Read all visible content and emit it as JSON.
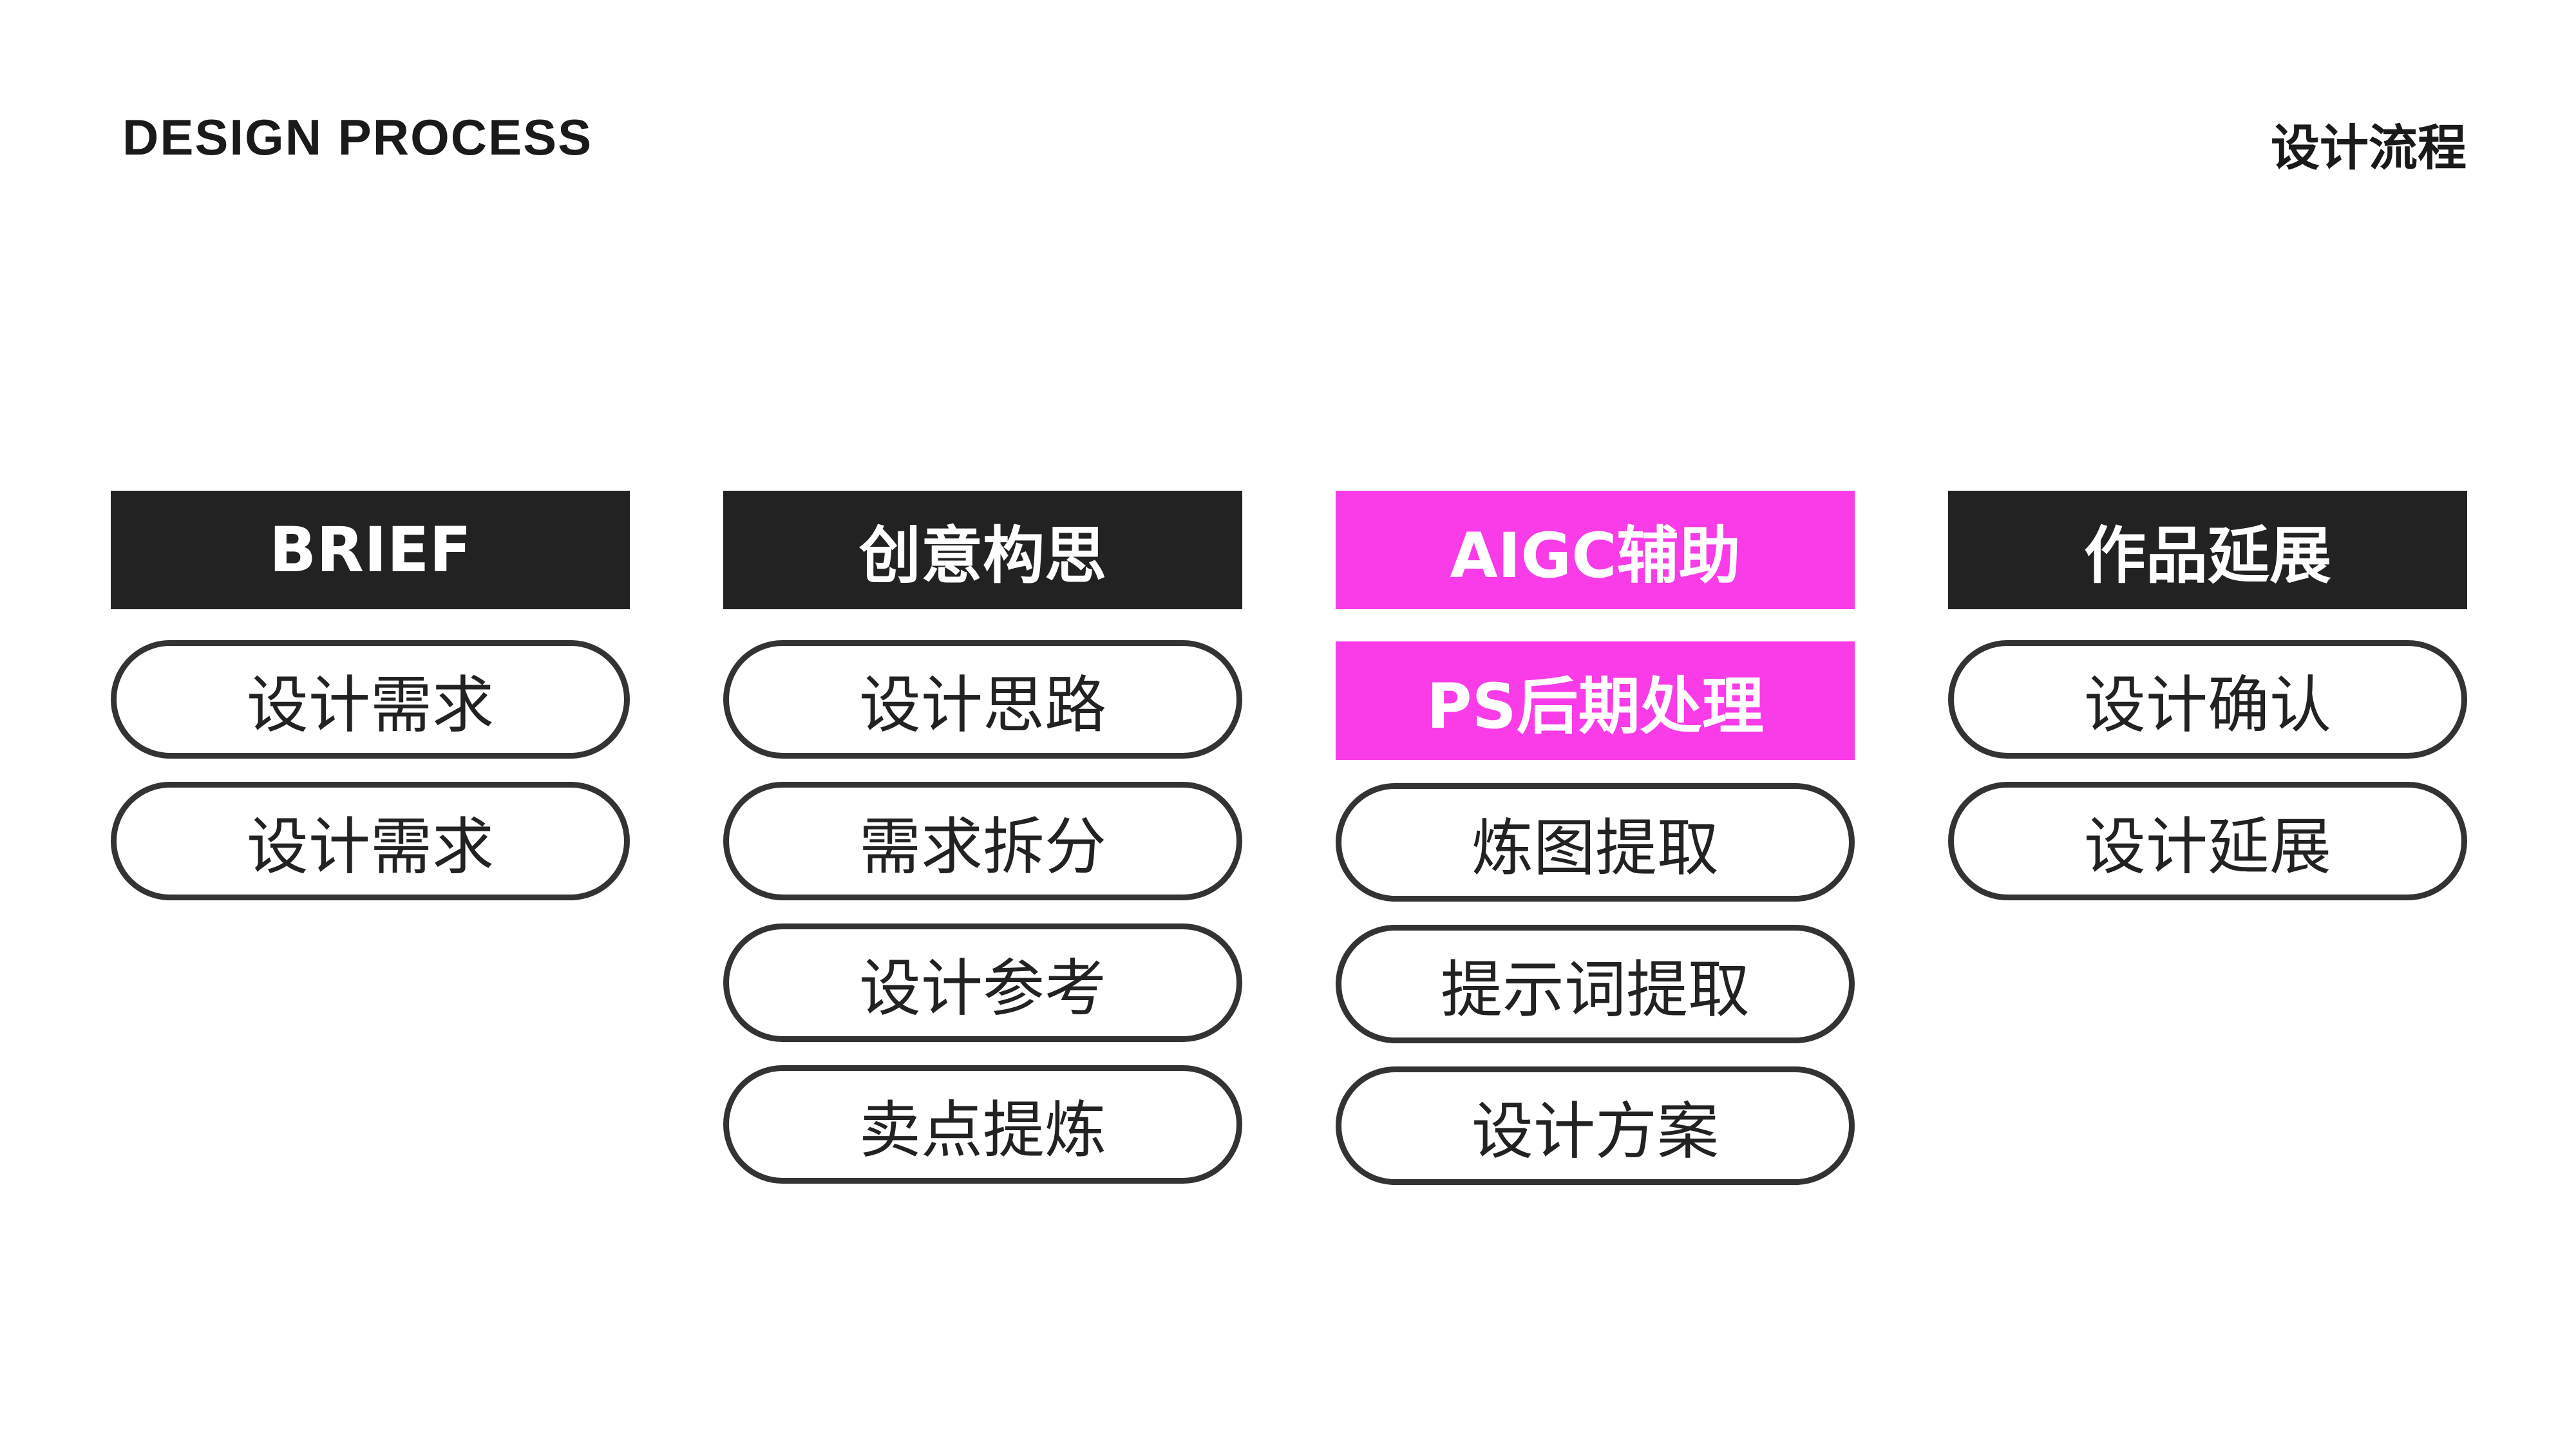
{
  "header": {
    "title_en": "DESIGN PROCESS",
    "title_cn": "设计流程"
  },
  "colors": {
    "dark": "#222222",
    "accent": "#f93be8",
    "pill_border": "#333333",
    "background": "#ffffff"
  },
  "columns": [
    {
      "title": "BRIEF",
      "items": [
        "设计需求",
        "设计需求"
      ]
    },
    {
      "title": "创意构思",
      "items": [
        "设计思路",
        "需求拆分",
        "设计参考",
        "卖点提炼"
      ]
    },
    {
      "title": "AIGC辅助",
      "subtitle": "PS后期处理",
      "items": [
        "炼图提取",
        "提示词提取",
        "设计方案"
      ]
    },
    {
      "title": "作品延展",
      "items": [
        "设计确认",
        "设计延展"
      ]
    }
  ]
}
